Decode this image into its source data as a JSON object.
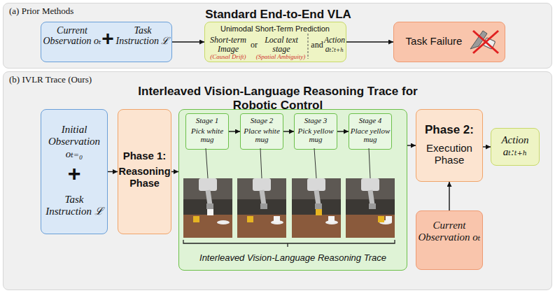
{
  "diagram": {
    "nodes": [
      {
        "text": [
          "(a) Prior Methods",
          "Standard End-to-End VLA"
        ]
      },
      {
        "text": [
          "Current Observation oₜ",
          "+",
          "Task Instruction ℒ"
        ],
        "in": 0
      },
      {
        "text": [
          "Unimodal Short-Term Prediction",
          "Short-term Image",
          "(Causal Drift)",
          "or",
          "Local text stage",
          "(Spatial Ambiguity)",
          "and",
          "Action aₜ:ₜ₊ₕ"
        ],
        "in": 0
      },
      {
        "text": [
          "Task Failure"
        ],
        "in": 0
      },
      {
        "text": [
          "(b) IVLR Trace (Ours)",
          "Interleaved Vision-Language Reasoning Trace for Robotic Control"
        ]
      },
      {
        "text": [
          "Initial Observation oₜ₌₀",
          "+",
          "Task Instruction ℒ"
        ],
        "in": 4
      },
      {
        "text": [
          "Phase 1:",
          "Reasoning Phase"
        ],
        "in": 4
      },
      {
        "text": [
          "Interleaved Vision-Language Reasoning Trace"
        ],
        "in": 4
      },
      {
        "text": [
          "Stage 1",
          "Pick white mug"
        ],
        "in": 7
      },
      {
        "text": [
          "Stage 2",
          "Place white mug"
        ],
        "in": 7
      },
      {
        "text": [
          "Stage 3",
          "Pick yellow mug"
        ],
        "in": 7
      },
      {
        "text": [
          "Stage 4",
          "Place yellow mug"
        ],
        "in": 7
      },
      {
        "text": [
          "Phase 2:",
          "Execution Phase"
        ],
        "in": 4
      },
      {
        "text": [
          "Action aₜ:ₜ₊ₕ"
        ],
        "in": 4
      },
      {
        "text": [
          "Current Observation oₜ"
        ],
        "in": 4
      }
    ],
    "edges": [
      {
        "from": 1,
        "to": 2,
        "arrow": "to"
      },
      {
        "from": 2,
        "to": 3,
        "arrow": "to"
      },
      {
        "from": 5,
        "to": 6,
        "arrow": "to"
      },
      {
        "from": 6,
        "to": 7,
        "arrow": "to"
      },
      {
        "from": 8,
        "to": 9,
        "arrow": "to"
      },
      {
        "from": 9,
        "to": 10,
        "arrow": "to"
      },
      {
        "from": 10,
        "to": 11,
        "arrow": "to"
      },
      {
        "from": 7,
        "to": 12,
        "arrow": "to"
      },
      {
        "from": 12,
        "to": 13,
        "arrow": "to"
      },
      {
        "from": 14,
        "to": 12,
        "arrow": "to"
      }
    ]
  }
}
